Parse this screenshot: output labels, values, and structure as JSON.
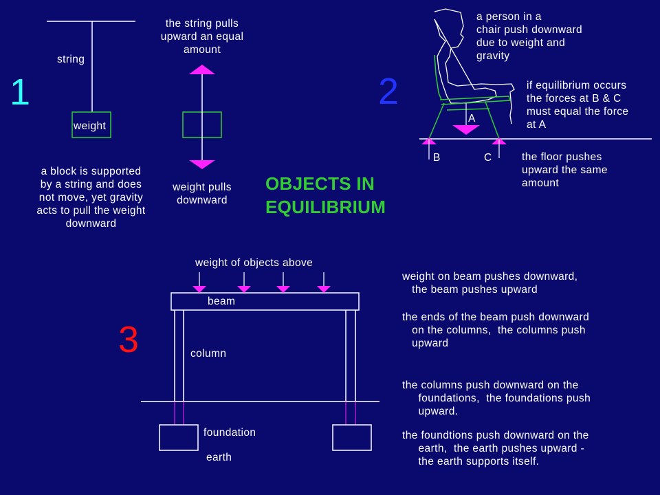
{
  "title": "OBJECTS IN\nEQUILIBRIUM",
  "colors": {
    "background": "#0a0a6e",
    "line": "#ffffff",
    "structure": "#33cc33",
    "force": "#ff22ff",
    "title": "#33cc33",
    "num1": "#33ffff",
    "num2": "#2233ff",
    "num3": "#ff1111"
  },
  "section1": {
    "number": "1",
    "string_label": "string",
    "weight_label": "weight",
    "string_pulls": "the string pulls\nupward an equal\namount",
    "weight_pulls": "weight pulls\ndownward",
    "description": "a block is supported\nby a string and does\nnot move, yet gravity\nacts to pull the weight\ndownward"
  },
  "section2": {
    "number": "2",
    "person": "a person in a\nchair push downward\ndue to weight and\ngravity",
    "equilibrium": "if equilibrium occurs\nthe forces at B & C\nmust equal the force\nat A",
    "label_a": "A",
    "label_b": "B",
    "label_c": "C",
    "floor": "the floor pushes\nupward the same\namount"
  },
  "section3": {
    "number": "3",
    "weight_above": "weight of objects above",
    "beam_label": "beam",
    "column_label": "column",
    "foundation_label": "foundation",
    "earth_label": "earth",
    "notes": [
      "weight on beam pushes downward,\n   the beam pushes upward",
      "the ends of the beam push downward\n   on the columns,  the columns push\n   upward",
      "the columns push downward on the\n     foundations,  the foundations push\n     upward.",
      "the foundtions push downward on the\n     earth,  the earth pushes upward -\n     the earth supports itself."
    ]
  }
}
